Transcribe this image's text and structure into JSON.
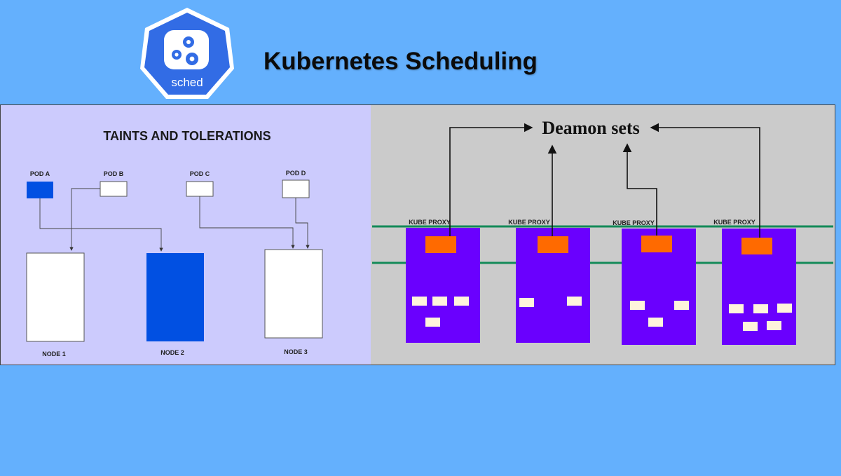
{
  "header": {
    "logo_text": "sched",
    "title": "Kubernetes Scheduling"
  },
  "taints": {
    "heading": "TAINTS AND TOLERATIONS",
    "pods": [
      "POD A",
      "POD B",
      "POD C",
      "POD D"
    ],
    "nodes": [
      "NODE 1",
      "NODE 2",
      "NODE 3"
    ]
  },
  "daemonsets": {
    "heading": "Deamon sets",
    "proxy_labels": [
      "KUBE PROXY",
      "KUBE PROXY",
      "KUBE PROXY",
      "KUBE PROXY"
    ]
  },
  "colors": {
    "background": "#64b0fd",
    "logo_blue": "#326ce5",
    "pod_blue": "#0150e2",
    "node_purple": "#6a00fe",
    "proxy_orange": "#ff6a00",
    "rail_green": "#138a58",
    "pane_lavender": "#cccbfd",
    "pane_gray": "#cbcbcb"
  }
}
